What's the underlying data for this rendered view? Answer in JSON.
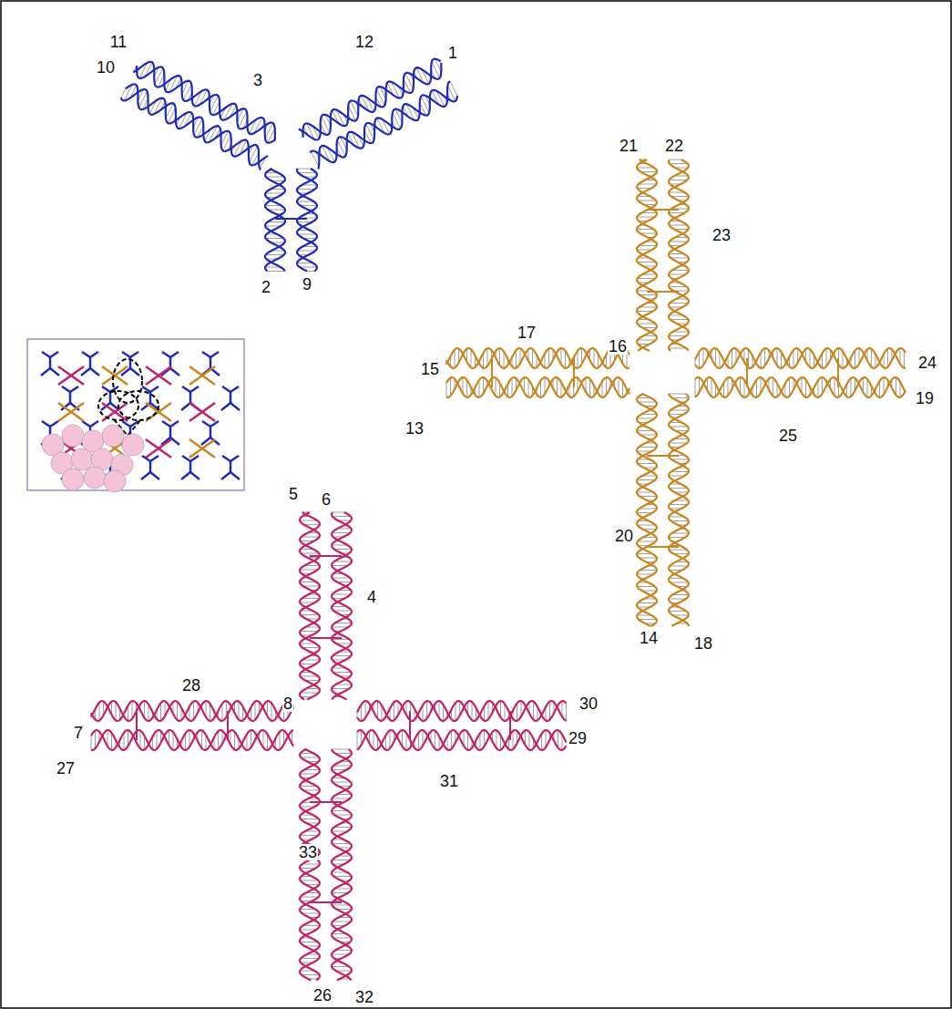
{
  "diagram": {
    "labels": [
      "11",
      "10",
      "3",
      "12",
      "1",
      "2",
      "9",
      "21",
      "22",
      "23",
      "16",
      "17",
      "15",
      "13",
      "24",
      "19",
      "25",
      "20",
      "14",
      "18",
      "5",
      "6",
      "4",
      "8",
      "28",
      "7",
      "27",
      "30",
      "29",
      "31",
      "33",
      "26",
      "32"
    ]
  }
}
